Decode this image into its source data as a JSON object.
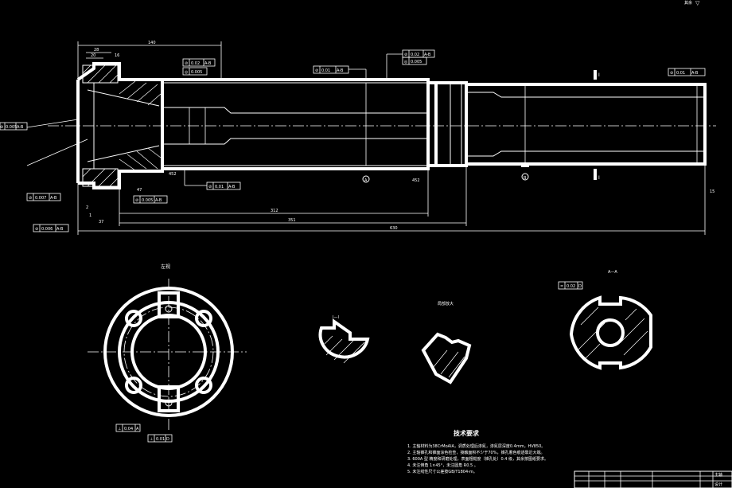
{
  "sheet": {
    "top_right_mark": "其余",
    "roughness_symbol": "▽"
  },
  "dimensions": {
    "d140": "140",
    "d28": "28",
    "d20": "20",
    "d16": "16",
    "d630": "630",
    "d351": "351",
    "d312": "312",
    "d37": "37",
    "d47": "47",
    "d452a": "452",
    "d452b": "452",
    "d2": "2",
    "d1": "1",
    "d15": "15"
  },
  "tolerance_frames": {
    "f1": {
      "sym": "⊘",
      "value": "0.02",
      "datum": "A-B"
    },
    "f2": {
      "sym": "◎",
      "value": "0.005"
    },
    "f3": {
      "sym": "⊘",
      "value": "0.01",
      "datum": "A-B"
    },
    "f4": {
      "sym": "◎",
      "value": "0.005"
    },
    "f5": {
      "sym": "⊘",
      "value": "0.02",
      "datum": "A-B"
    },
    "f6": {
      "sym": "⊘",
      "value": "0.01",
      "datum": "A-B"
    },
    "f7": {
      "sym": "⊘",
      "value": "0.01",
      "datum": "A-B"
    },
    "f8": {
      "sym": "⊘",
      "value": "0.005",
      "datum": "A-B"
    },
    "f9": {
      "sym": "⊘",
      "value": "0.007",
      "datum": "A-B"
    },
    "f10": {
      "sym": "⊘",
      "value": "0.005",
      "datum": "A-B"
    },
    "f11": {
      "sym": "⊘",
      "value": "0.006",
      "datum": "A-B"
    },
    "f12": {
      "sym": "⊥",
      "value": "0.04",
      "datum": "A"
    },
    "f13": {
      "sym": "⊥",
      "value": "0.01",
      "datum": "D"
    },
    "f14": {
      "sym": "=",
      "value": "0.02",
      "datum": "D"
    }
  },
  "datums": {
    "a": "A",
    "b": "B"
  },
  "views": {
    "end_view_title": "左视",
    "detail1_title": "I—I",
    "detail2_title": "局部放大",
    "section_title": "A—A"
  },
  "section_labels": {
    "s1": "I",
    "s2": "I"
  },
  "tech": {
    "title": "技术要求",
    "items": [
      "1. 主轴材料为38CrMoAlA，调质处理后渗氮，渗氮层深度0.4mm，HV850。",
      "2. 主轴锥孔和锥面涂色检查，接触面积不少于70%，锥孔着色痕迹靠近大端。",
      "3. 600A 型 精度和研磨处理，表面粗糙度（锥孔处）0.4 级，其余按图纸要求。",
      "4. 未注倒角 1×45°，未注圆角 R0.5 。",
      "5. 未注线性尺寸公差按GB/T1804-m。"
    ]
  },
  "title_block": {
    "name": "主轴",
    "label": "设计"
  }
}
